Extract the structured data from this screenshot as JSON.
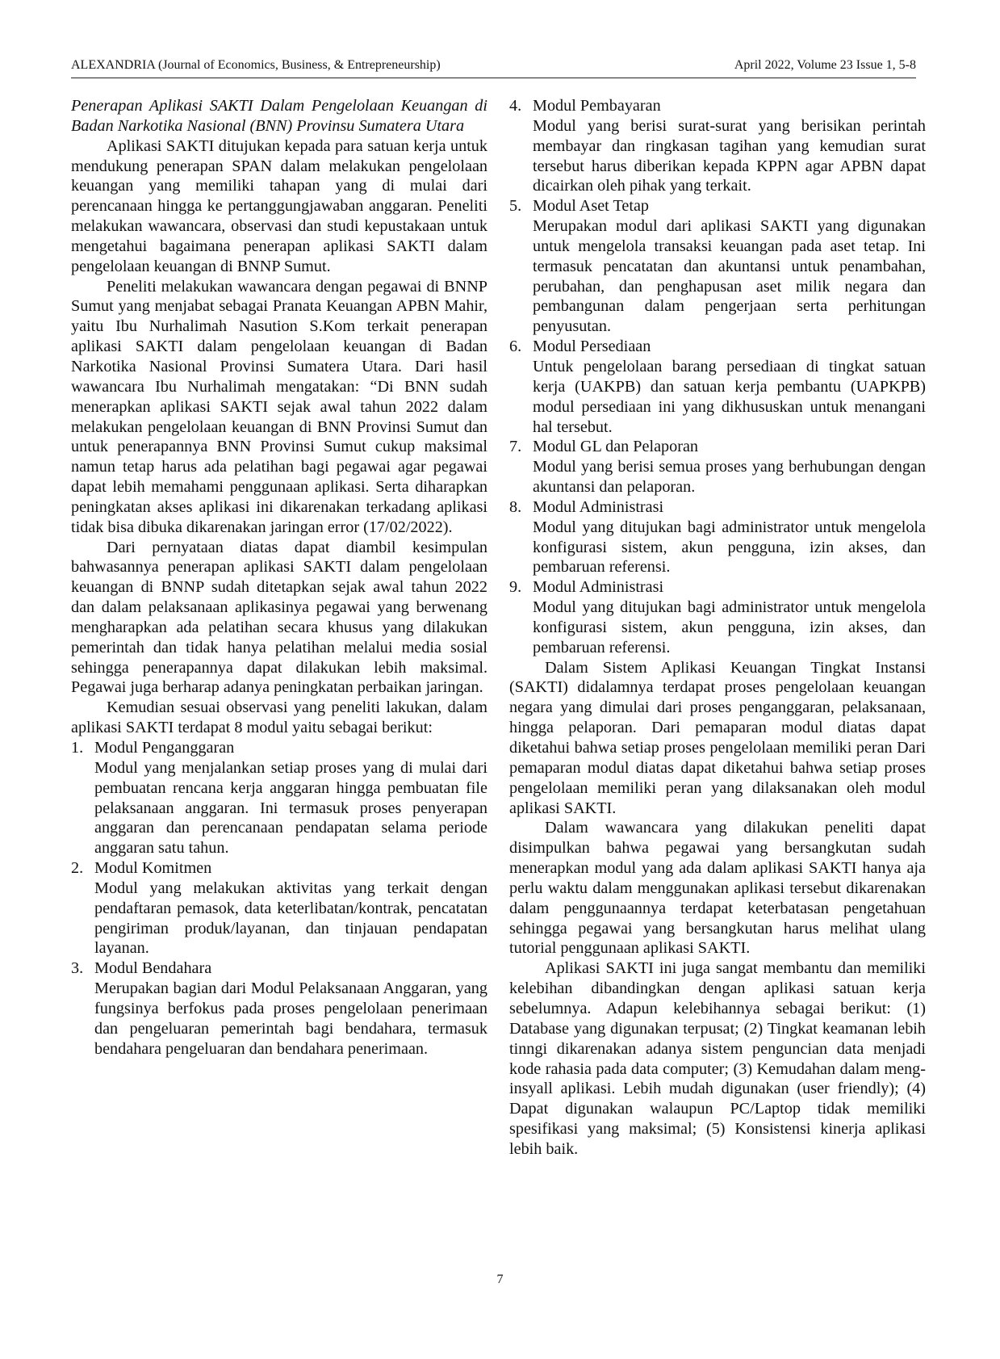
{
  "header": {
    "journal": "ALEXANDRIA (Journal of Economics, Business, & Entrepreneurship)",
    "issue": "April 2022, Volume 23 Issue 1, 5-8"
  },
  "left_column": {
    "subheading": "Penerapan Aplikasi SAKTI Dalam Pengelolaan Keuangan di Badan Narkotika Nasional (BNN) Provinsu Sumatera Utara",
    "para1": "Aplikasi SAKTI ditujukan kepada para satuan kerja untuk mendukung penerapan SPAN dalam melakukan pengelolaan keuangan yang memiliki tahapan yang di mulai dari perencanaan hingga ke pertanggungjawaban anggaran. Peneliti melakukan wawancara, observasi dan studi kepustakaan untuk mengetahui bagaimana penerapan aplikasi SAKTI dalam pengelolaan keuangan di BNNP Sumut.",
    "para2": "Peneliti melakukan wawancara dengan pegawai di BNNP Sumut yang menjabat sebagai Pranata Keuangan APBN Mahir, yaitu Ibu Nurhalimah Nasution S.Kom terkait penerapan aplikasi SAKTI dalam pengelolaan keuangan di Badan Narkotika Nasional Provinsi Sumatera Utara. Dari hasil wawancara Ibu Nurhalimah mengatakan: “Di BNN sudah menerapkan aplikasi SAKTI sejak awal tahun 2022 dalam melakukan pengelolaan keuangan di BNN Provinsi Sumut dan untuk penerapannya BNN Provinsi Sumut cukup maksimal namun tetap harus ada pelatihan bagi pegawai agar pegawai dapat lebih memahami penggunaan aplikasi. Serta diharapkan peningkatan akses aplikasi ini dikarenakan terkadang aplikasi tidak bisa dibuka dikarenakan jaringan error (17/02/2022).",
    "para3": "Dari pernyataan diatas dapat diambil kesimpulan bahwasannya penerapan aplikasi SAKTI dalam pengelolaan keuangan di BNNP sudah ditetapkan sejak awal tahun 2022 dan dalam pelaksanaan aplikasinya pegawai yang berwenang mengharapkan ada pelatihan secara khusus yang dilakukan pemerintah dan tidak hanya pelatihan melalui media sosial sehingga penerapannya dapat dilakukan lebih maksimal. Pegawai juga berharap adanya peningkatan perbaikan jaringan.",
    "para4": "Kemudian sesuai observasi yang peneliti lakukan, dalam aplikasi SAKTI terdapat 8 modul yaitu sebagai berikut:",
    "modules": [
      {
        "num": "1.",
        "title": "Modul Penganggaran",
        "body": "Modul yang menjalankan setiap proses yang di mulai dari pembuatan rencana kerja anggaran hingga pembuatan file pelaksanaan anggaran. Ini termasuk proses penyerapan anggaran dan perencanaan pendapatan selama periode anggaran satu tahun."
      },
      {
        "num": "2.",
        "title": "Modul Komitmen",
        "body": "Modul yang melakukan aktivitas yang terkait dengan pendaftaran pemasok, data keterlibatan/kontrak, pencatatan pengiriman produk/layanan, dan tinjauan pendapatan layanan."
      },
      {
        "num": "3.",
        "title": "Modul Bendahara",
        "body": "Merupakan bagian dari Modul Pelaksanaan Anggaran, yang fungsinya berfokus pada proses pengelolaan penerimaan dan pengeluaran pemerintah bagi bendahara, termasuk bendahara pengeluaran dan bendahara penerimaan."
      }
    ]
  },
  "right_column": {
    "modules": [
      {
        "num": "4.",
        "title": "Modul Pembayaran",
        "body": "Modul yang berisi surat-surat yang berisikan perintah membayar dan ringkasan tagihan yang kemudian surat tersebut harus diberikan kepada KPPN agar APBN dapat dicairkan oleh pihak yang terkait."
      },
      {
        "num": "5.",
        "title": "Modul Aset Tetap",
        "body": "Merupakan modul dari aplikasi SAKTI yang digunakan untuk mengelola transaksi keuangan pada aset tetap. Ini termasuk pencatatan dan akuntansi untuk penambahan, perubahan, dan penghapusan aset milik negara dan pembangunan dalam pengerjaan serta perhitungan penyusutan."
      },
      {
        "num": "6.",
        "title": "Modul Persediaan",
        "body": "Untuk pengelolaan barang persediaan di tingkat satuan kerja (UAKPB) dan satuan kerja pembantu (UAPKPB) modul persediaan ini yang dikhususkan untuk menangani hal tersebut."
      },
      {
        "num": "7.",
        "title": "Modul GL dan Pelaporan",
        "body": "Modul yang berisi semua proses yang berhubungan dengan akuntansi dan pelaporan."
      },
      {
        "num": "8.",
        "title": "Modul Administrasi",
        "body": "Modul yang ditujukan bagi administrator untuk mengelola konfigurasi sistem, akun pengguna, izin akses, dan pembaruan referensi."
      },
      {
        "num": "9.",
        "title": "Modul Administrasi",
        "body": "Modul yang ditujukan bagi administrator untuk mengelola konfigurasi sistem, akun pengguna, izin akses, dan pembaruan referensi."
      }
    ],
    "para1": "Dalam Sistem Aplikasi Keuangan Tingkat Instansi (SAKTI) didalamnya terdapat proses pengelolaan keuangan negara yang dimulai dari proses penganggaran, pelaksanaan, hingga pelaporan. Dari pemaparan modul diatas dapat diketahui bahwa setiap proses pengelolaan memiliki peran Dari pemaparan modul diatas dapat diketahui bahwa setiap proses pengelolaan memiliki peran yang dilaksanakan oleh modul aplikasi SAKTI.",
    "para2": "Dalam wawancara yang dilakukan peneliti dapat disimpulkan bahwa pegawai yang bersangkutan sudah menerapkan modul yang ada dalam aplikasi SAKTI hanya aja perlu waktu dalam menggunakan aplikasi tersebut dikarenakan dalam penggunaannya terdapat keterbatasan pengetahuan sehingga pegawai yang bersangkutan harus melihat ulang tutorial penggunaan aplikasi SAKTI.",
    "para3": "Aplikasi SAKTI ini juga sangat membantu dan memiliki kelebihan dibandingkan dengan aplikasi satuan kerja sebelumnya. Adapun kelebihannya sebagai berikut: (1) Database yang digunakan terpusat; (2) Tingkat keamanan lebih tinngi dikarenakan adanya sistem penguncian data menjadi kode rahasia pada data computer; (3) Kemudahan dalam meng-insyall aplikasi. Lebih mudah digunakan (user friendly); (4) Dapat digunakan walaupun PC/Laptop tidak memiliki spesifikasi yang maksimal; (5) Konsistensi kinerja aplikasi lebih baik."
  },
  "footer": {
    "page_number": "7"
  }
}
